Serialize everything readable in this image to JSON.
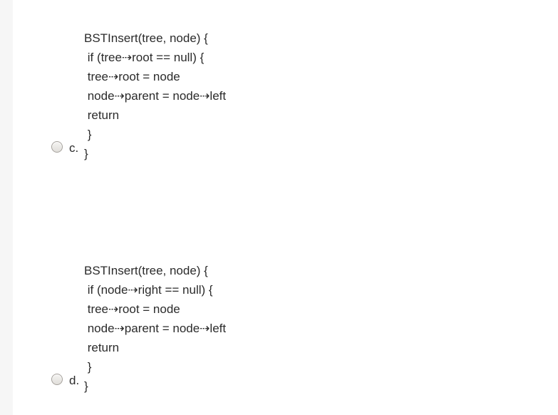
{
  "page": {
    "background_color": "#ffffff",
    "gutter_color": "#f6f6f6",
    "text_color": "#2b2b2b"
  },
  "quiz": {
    "options": [
      {
        "label": "c.",
        "selected": false,
        "code": "BSTInsert(tree, node) {\n if (tree⇢root == null) {\n tree⇢root = node\n node⇢parent = node⇢left\n return\n }\n}"
      },
      {
        "label": "d.",
        "selected": false,
        "code": "BSTInsert(tree, node) {\n if (node⇢right == null) {\n tree⇢root = node\n node⇢parent = node⇢left\n return\n }\n}"
      }
    ]
  }
}
